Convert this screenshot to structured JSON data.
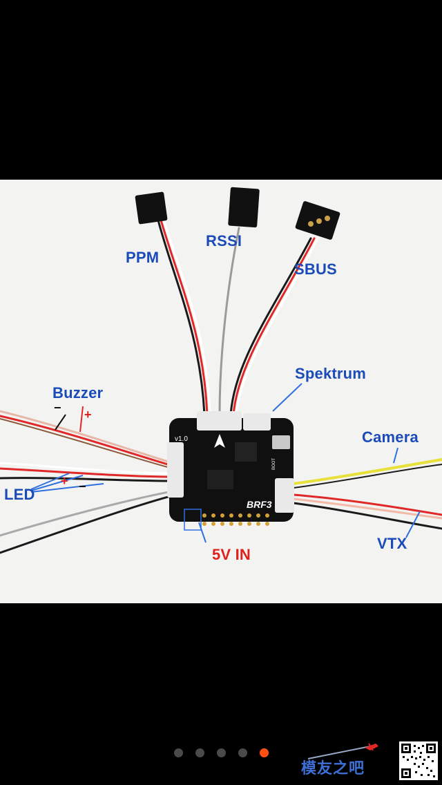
{
  "labels": {
    "ppm": "PPM",
    "rssi": "RSSI",
    "sbus": "SBUS",
    "spektrum": "Spektrum",
    "buzzer": "Buzzer",
    "buzzer_minus": "−",
    "buzzer_plus": "+",
    "camera": "Camera",
    "led": "LED",
    "led_plus": "+",
    "led_minus": "−",
    "vtx": "VTX",
    "five_v_in": "5V IN"
  },
  "board": {
    "version": "v1.0",
    "name": "BRF3",
    "boot": "BOOT"
  },
  "pager": {
    "count": 5,
    "active_index": 4
  },
  "watermark": {
    "text": "模友之吧"
  },
  "colors": {
    "label_blue": "#1a4bb8",
    "label_red": "#e0201d",
    "pager_active": "#ff4f12",
    "pager_inactive": "#4a4a4a"
  }
}
